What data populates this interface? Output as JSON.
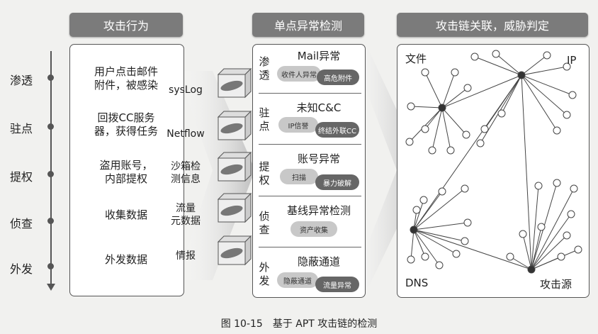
{
  "headers": {
    "attack_behavior": "攻击行为",
    "single_point": "单点异常检测",
    "chain": "攻击链关联，威胁判定"
  },
  "stages": [
    "渗透",
    "驻点",
    "提权",
    "侦查",
    "外发"
  ],
  "behaviors": [
    [
      "用户点击邮件",
      "附件，被感染"
    ],
    [
      "回拨CC服务",
      "器，获得任务"
    ],
    [
      "盗用账号，",
      "内部提权"
    ],
    [
      "收集数据"
    ],
    [
      "外发数据"
    ]
  ],
  "sources": [
    [
      "sysLog"
    ],
    [
      "Netflow"
    ],
    [
      "沙箱检",
      "测信息"
    ],
    [
      "流量",
      "元数据"
    ],
    [
      "情报"
    ]
  ],
  "detections": [
    {
      "stage": [
        "渗",
        "透"
      ],
      "title": "Mail异常",
      "pills": [
        "收件人异常",
        "高危附件"
      ]
    },
    {
      "stage": [
        "驻",
        "点"
      ],
      "title": "未知C&C",
      "pills": [
        "IP信誉",
        "终结外联CC"
      ]
    },
    {
      "stage": [
        "提",
        "权"
      ],
      "title": "账号异常",
      "pills": [
        "扫描",
        "暴力破解"
      ]
    },
    {
      "stage": [
        "侦",
        "查"
      ],
      "title": "基线异常检测",
      "pills": [
        "资产收集"
      ]
    },
    {
      "stage": [
        "外",
        "发"
      ],
      "title": "隐蔽通道",
      "pills": [
        "隐蔽通道",
        "流量异常"
      ]
    }
  ],
  "graph_labels": {
    "file": "文件",
    "ip": "IP",
    "dns": "DNS",
    "source": "攻击源"
  },
  "caption": "图 10-15　基于 APT 攻击链的检测",
  "colors": {
    "header_bg": "#7b7b7b",
    "arrow_gray": "#cfcfcf",
    "pill_light": "#c8c8c8",
    "pill_dark": "#666666"
  }
}
